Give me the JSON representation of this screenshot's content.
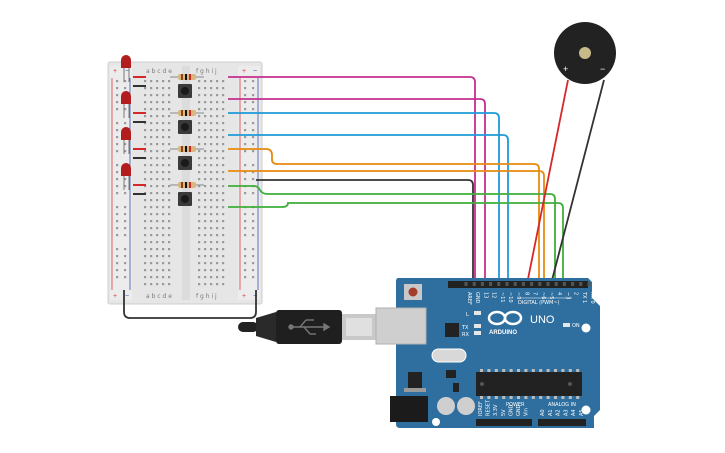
{
  "breadboard": {
    "letters_left": "a b c d e",
    "letters_right": "f g h i j",
    "rail_plus": "+",
    "rail_minus": "−"
  },
  "arduino": {
    "brand": "ARDUINO",
    "model": "UNO",
    "digital_label": "DIGITAL (PWM~)",
    "power_label": "POWER",
    "analog_label": "ANALOG IN",
    "led_labels": [
      "L",
      "TX",
      "RX",
      "ON"
    ],
    "digital_pins": [
      "AREF",
      "GND",
      "13",
      "12",
      "~11",
      "~10",
      "~9",
      "8",
      "7",
      "~6",
      "~5",
      "4",
      "~3",
      "2",
      "TX 1",
      "RX 0"
    ],
    "power_pins": [
      "IOREF",
      "RESET",
      "3.3V",
      "5V",
      "GND",
      "GND",
      "Vin"
    ],
    "analog_pins": [
      "A0",
      "A1",
      "A2",
      "A3",
      "A4",
      "A5"
    ]
  },
  "buzzer": {
    "plus_label": "+",
    "minus_label": "−"
  },
  "colors": {
    "board_blue": "#2f6f9f",
    "breadboard": "#e8e8e8",
    "wire_magenta": "#c4308f",
    "wire_blue": "#1e9ad6",
    "wire_orange": "#e88a10",
    "wire_green": "#3fae3a",
    "wire_red": "#d62828",
    "wire_black": "#333333",
    "led_red": "#b21e1e",
    "buzzer": "#222222"
  }
}
